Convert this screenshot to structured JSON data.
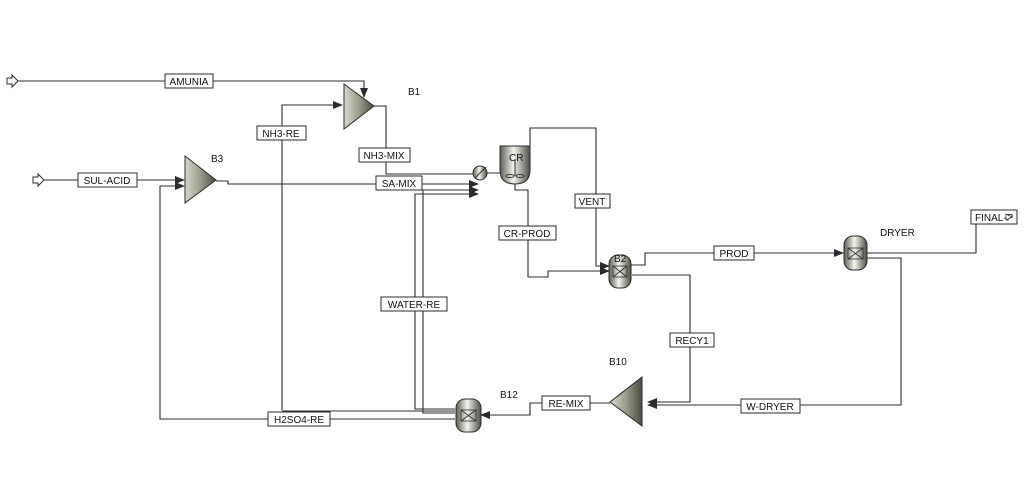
{
  "streams": {
    "amunia": "AMUNIA",
    "nh3_re": "NH3-RE",
    "nh3_mix": "NH3-MIX",
    "sul_acid": "SUL-ACID",
    "sa_mix": "SA-MIX",
    "vent": "VENT",
    "cr_prod": "CR-PROD",
    "prod": "PROD",
    "final_p": "FINAL-P",
    "water_re": "WATER-RE",
    "recy1": "RECY1",
    "re_mix": "RE-MIX",
    "w_dryer": "W-DRYER",
    "h2so4_re": "H2SO4-RE"
  },
  "blocks": {
    "b1": "B1",
    "b3": "B3",
    "cr": "CR",
    "b2": "B2",
    "dryer": "DRYER",
    "b10": "B10",
    "b12": "B12"
  },
  "colors": {
    "line": "#2b2b2b",
    "equipment_light": "#f2f2ec",
    "equipment_dark": "#5c5c52"
  }
}
